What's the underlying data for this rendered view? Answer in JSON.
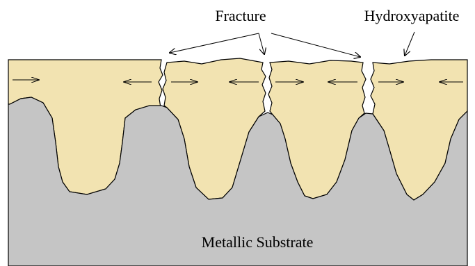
{
  "labels": {
    "fracture": "Fracture",
    "hydroxyapatite": "Hydroxyapatite",
    "substrate": "Metallic Substrate"
  },
  "colors": {
    "coating": "#F2E3B1",
    "substrate": "#C5C5C5",
    "outline": "#000000",
    "background": "#FFFFFF"
  },
  "annotations": {
    "stress_arrows": "paired horizontal arrows pointing inward within each coating segment"
  }
}
